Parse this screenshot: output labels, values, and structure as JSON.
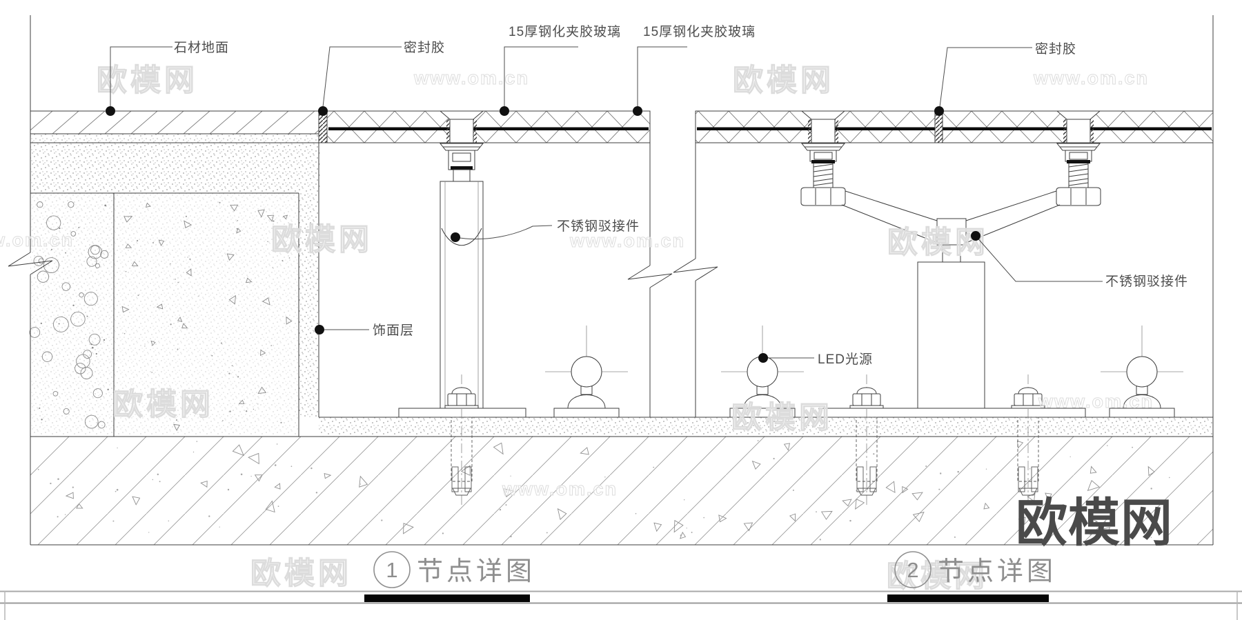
{
  "drawing": {
    "details": [
      {
        "number": "1",
        "title": "节点详图",
        "labels": {
          "stone_floor": "石材地面",
          "sealant": "密封胶",
          "glass": "15厚钢化夹胶玻璃",
          "spider": "不锈钢驳接件",
          "finish_layer": "饰面层"
        }
      },
      {
        "number": "2",
        "title": "节点详图",
        "labels": {
          "glass": "15厚钢化夹胶玻璃",
          "sealant": "密封胶",
          "spider": "不锈钢驳接件",
          "led": "LED光源"
        }
      }
    ],
    "watermark": {
      "site_name": "欧模网",
      "site_url": "www.om.cn"
    },
    "colors": {
      "line": "#3c3c3c",
      "label": "#4d4d4d",
      "title": "#8e8e8e",
      "watermark_light": "#dcdcdc",
      "watermark_dark": "#4a4a4a"
    }
  }
}
